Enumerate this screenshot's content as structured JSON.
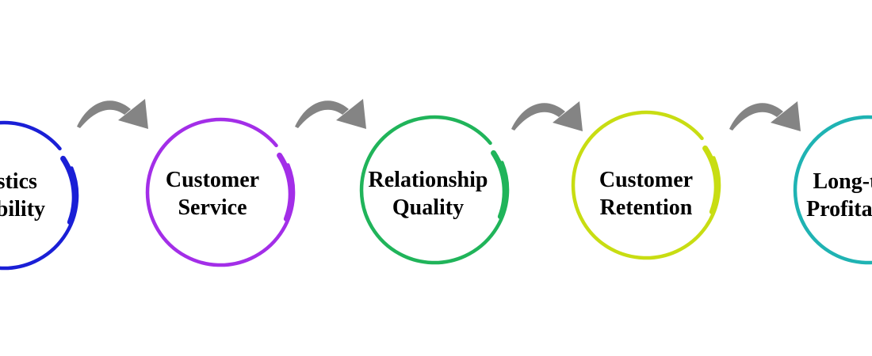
{
  "diagram": {
    "stages": [
      {
        "line1": "Logistics",
        "line2": "Capability",
        "color": "#1a1fd6"
      },
      {
        "line1": "Customer",
        "line2": "Service",
        "color": "#a32ee8"
      },
      {
        "line1": "Relationship",
        "line2": "Quality",
        "color": "#20b45a"
      },
      {
        "line1": "Customer",
        "line2": "Retention",
        "color": "#c8dd12"
      },
      {
        "line1": "Long-term",
        "line2": "Profitability",
        "color": "#1fb3b3"
      }
    ],
    "arrow_color": "#848484"
  }
}
